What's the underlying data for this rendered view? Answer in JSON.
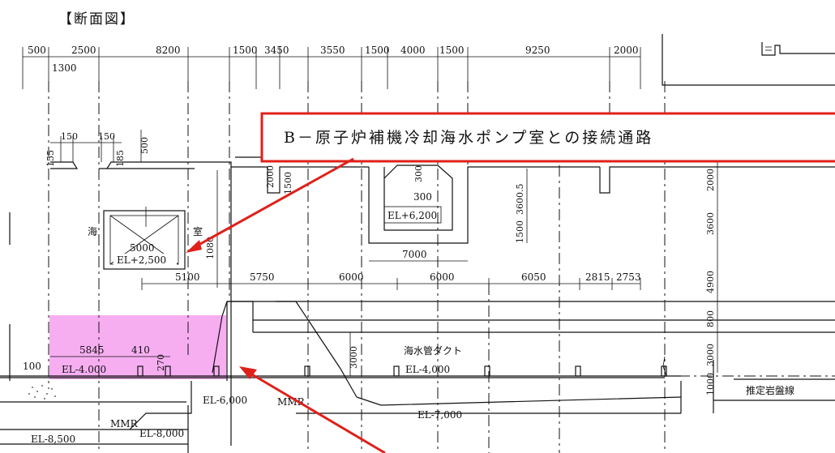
{
  "title": "【断面図】",
  "callout": {
    "text": "B－原子炉補機冷却海水ポンプ室との接続通路",
    "border_color": "#e0201a",
    "arrow_color": "#e0201a"
  },
  "highlight_color": "#f5a0ef",
  "top_dimensions": [
    "500",
    "2500",
    "1300",
    "8200",
    "1500",
    "3450",
    "3550",
    "1500",
    "4000",
    "1500",
    "9250",
    "2000"
  ],
  "left_dimensions": {
    "d150a": "150",
    "d150b": "150",
    "d155a": "155",
    "d185": "185",
    "d500": "500"
  },
  "box": {
    "width_label": "5000",
    "elevation_label": "EL+2,500",
    "left_char": "海",
    "right_char": "室",
    "height_label": "1080"
  },
  "channel": {
    "elevation_label": "EL+6,200",
    "d300a": "300",
    "d300b": "300",
    "d3600_5": "3600.5",
    "d1500": "1500",
    "width_7000": "7000"
  },
  "upper_vertical_dims": {
    "d2000_left": "2000",
    "d1500_left": "1500",
    "d2000_right": "2000",
    "d3600_right": "3600",
    "d4900_right": "4900"
  },
  "mid_dimensions": [
    "5100",
    "5750",
    "6000",
    "6000",
    "6050",
    "2815",
    "2753"
  ],
  "highlight": {
    "d5845": "5845",
    "d410": "410",
    "d270": "270",
    "elevation_label": "EL-4.000"
  },
  "labels": {
    "el_left_100": "100",
    "duct": "海水管ダクト",
    "el_duct": "EL-4,000",
    "d3000_mid": "3000",
    "d800": "800",
    "d3000_right": "3000",
    "d1000": "1000",
    "bedrock": "推定岩盤線",
    "el_m6": "EL-6,000",
    "mmr1": "MMR",
    "mmr2": "MMR",
    "el_m7": "EL-7,000",
    "el_m8": "EL-8,000",
    "el_m8_5": "EL-8,500"
  }
}
